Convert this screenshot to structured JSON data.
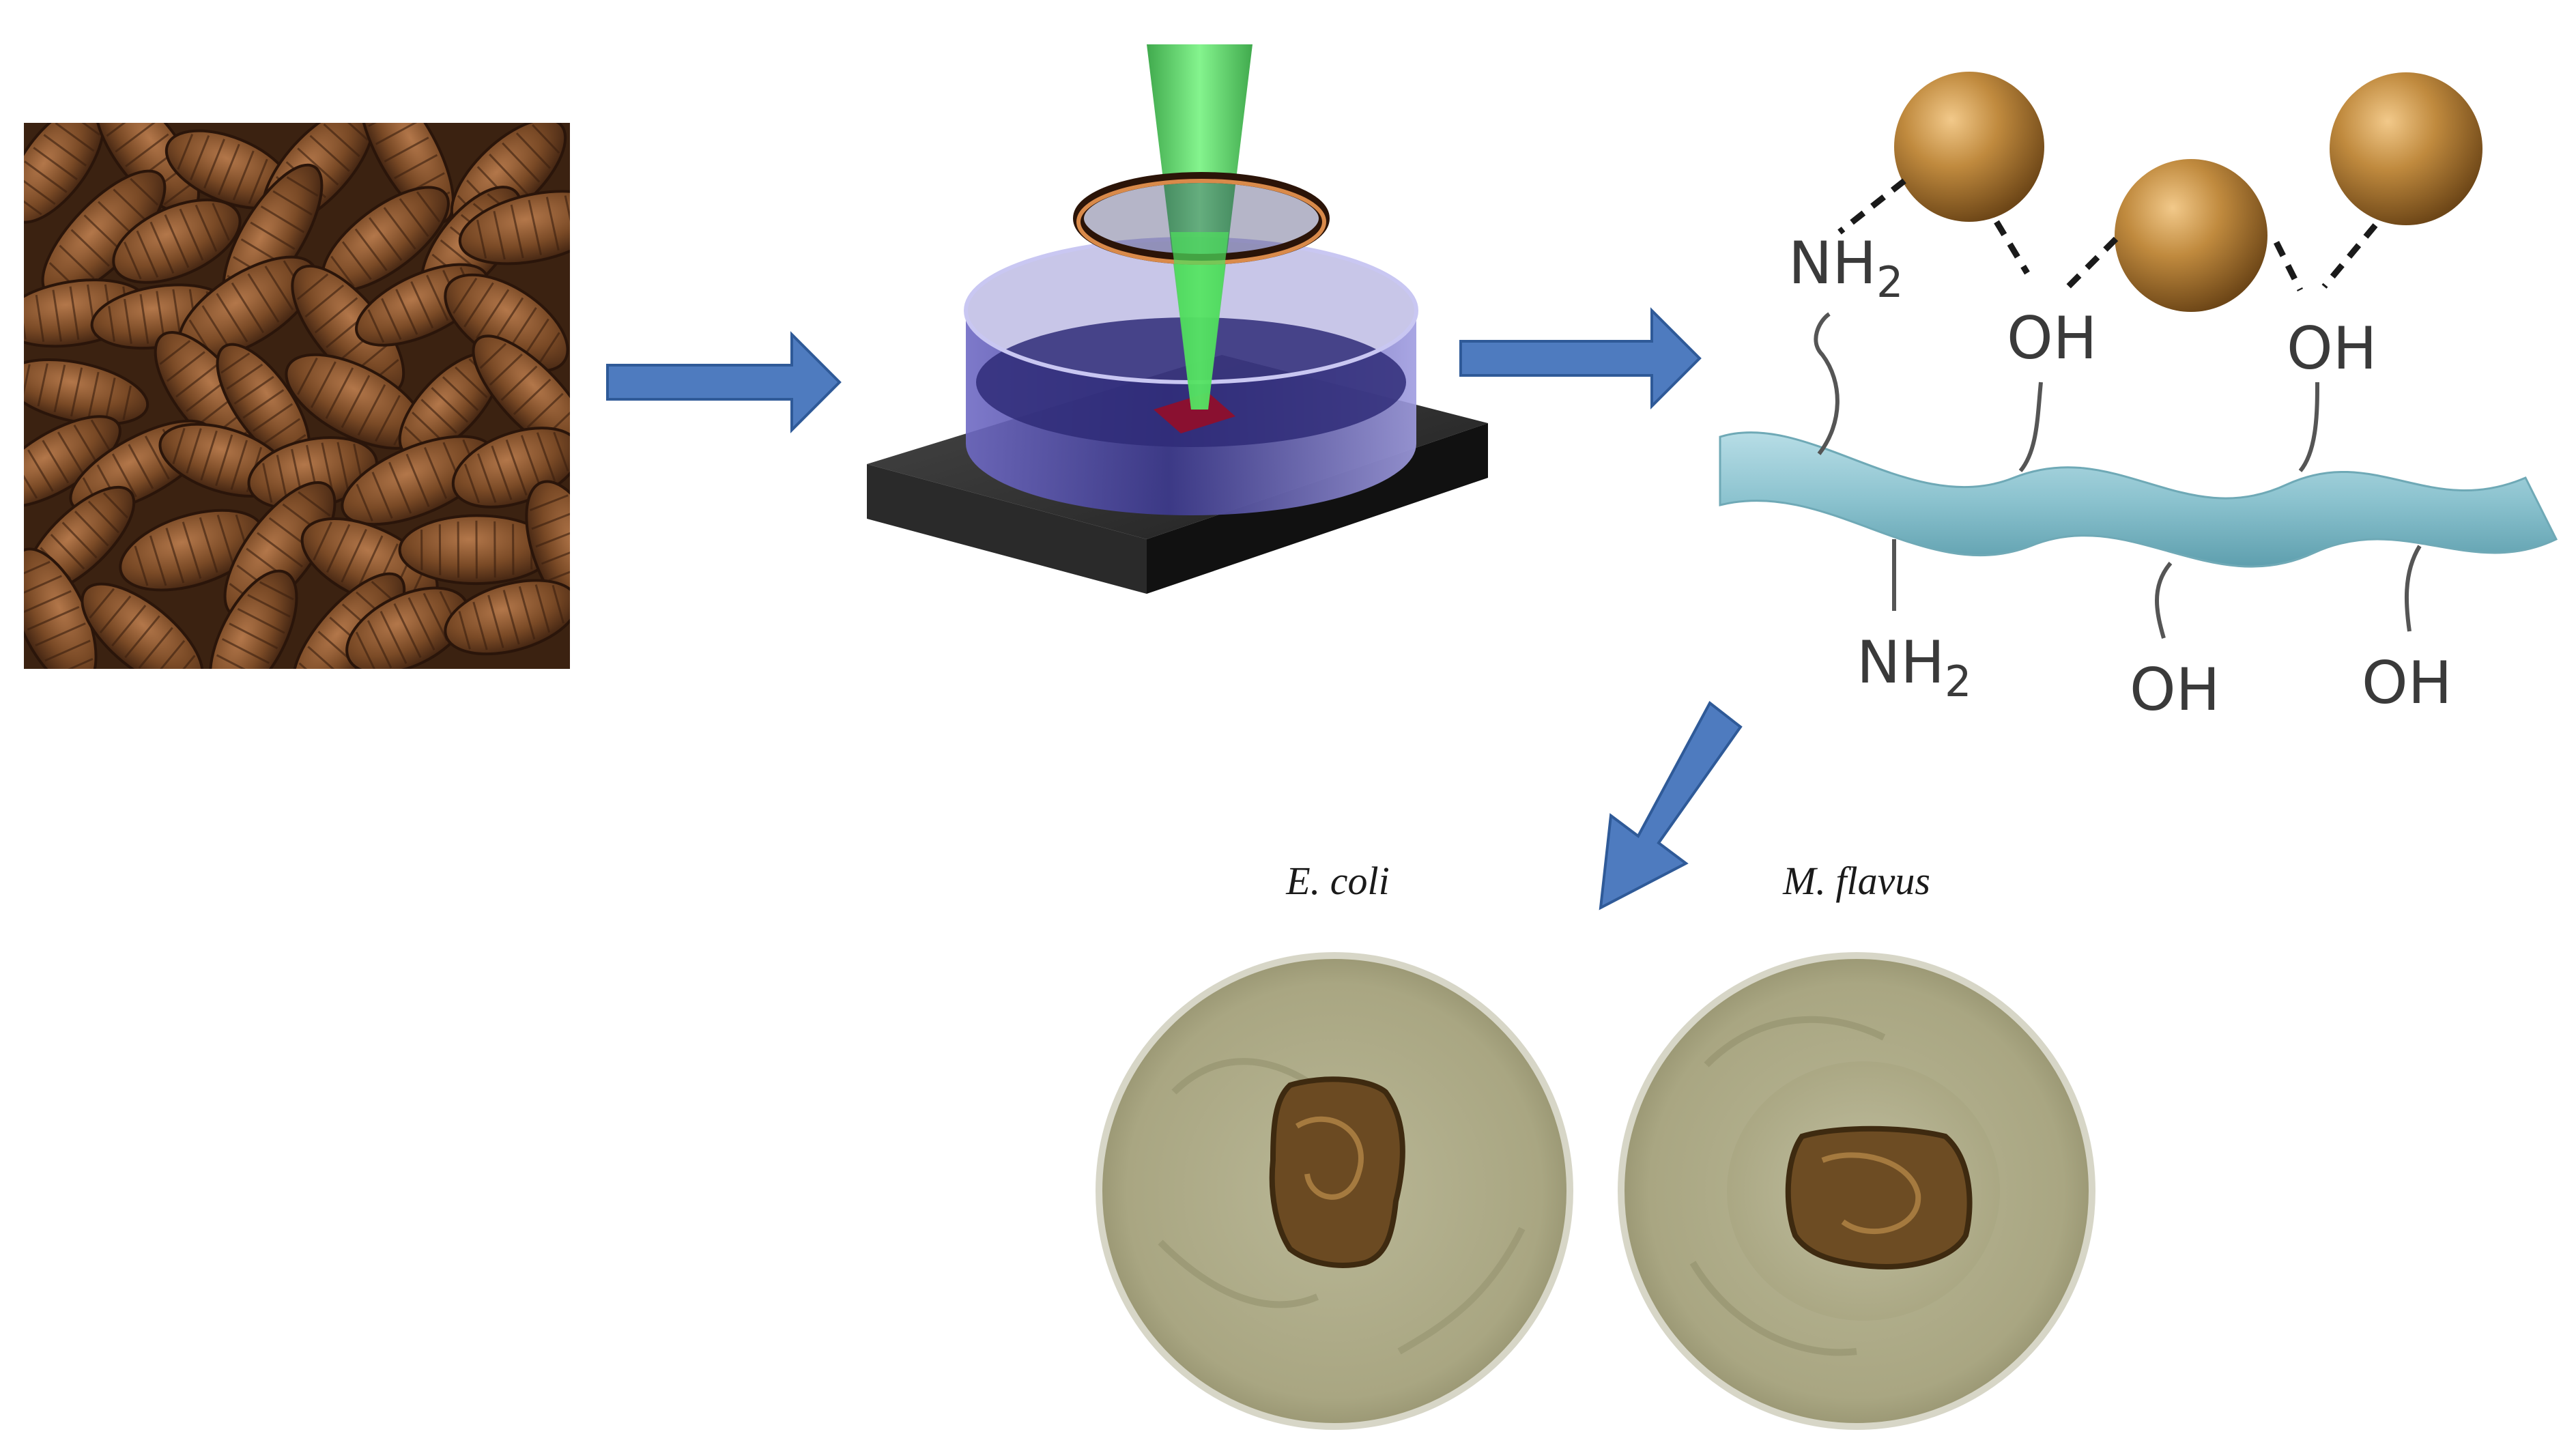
{
  "figure": {
    "panels": [
      {
        "id": "pupae-photo",
        "caption": ""
      },
      {
        "id": "laser-setup",
        "caption": ""
      },
      {
        "id": "chitosan-chain",
        "caption": ""
      },
      {
        "id": "antibacterial-plates",
        "caption": ""
      }
    ],
    "chain": {
      "groups_top": [
        "NH2",
        "OH",
        "OH"
      ],
      "groups_bottom": [
        "NH2",
        "OH",
        "OH"
      ],
      "particle_color": "#c08a3e",
      "chain_color": "#8cc3cf"
    },
    "plates": {
      "labels": [
        "E. coli",
        "M. flavus"
      ],
      "agar_color": "#a9a682",
      "sample_color": "#7a5a2e"
    },
    "arrow_color": "#4e7bbf",
    "pupa_color": "#7a4a26",
    "laser_color": "#39d44a"
  }
}
